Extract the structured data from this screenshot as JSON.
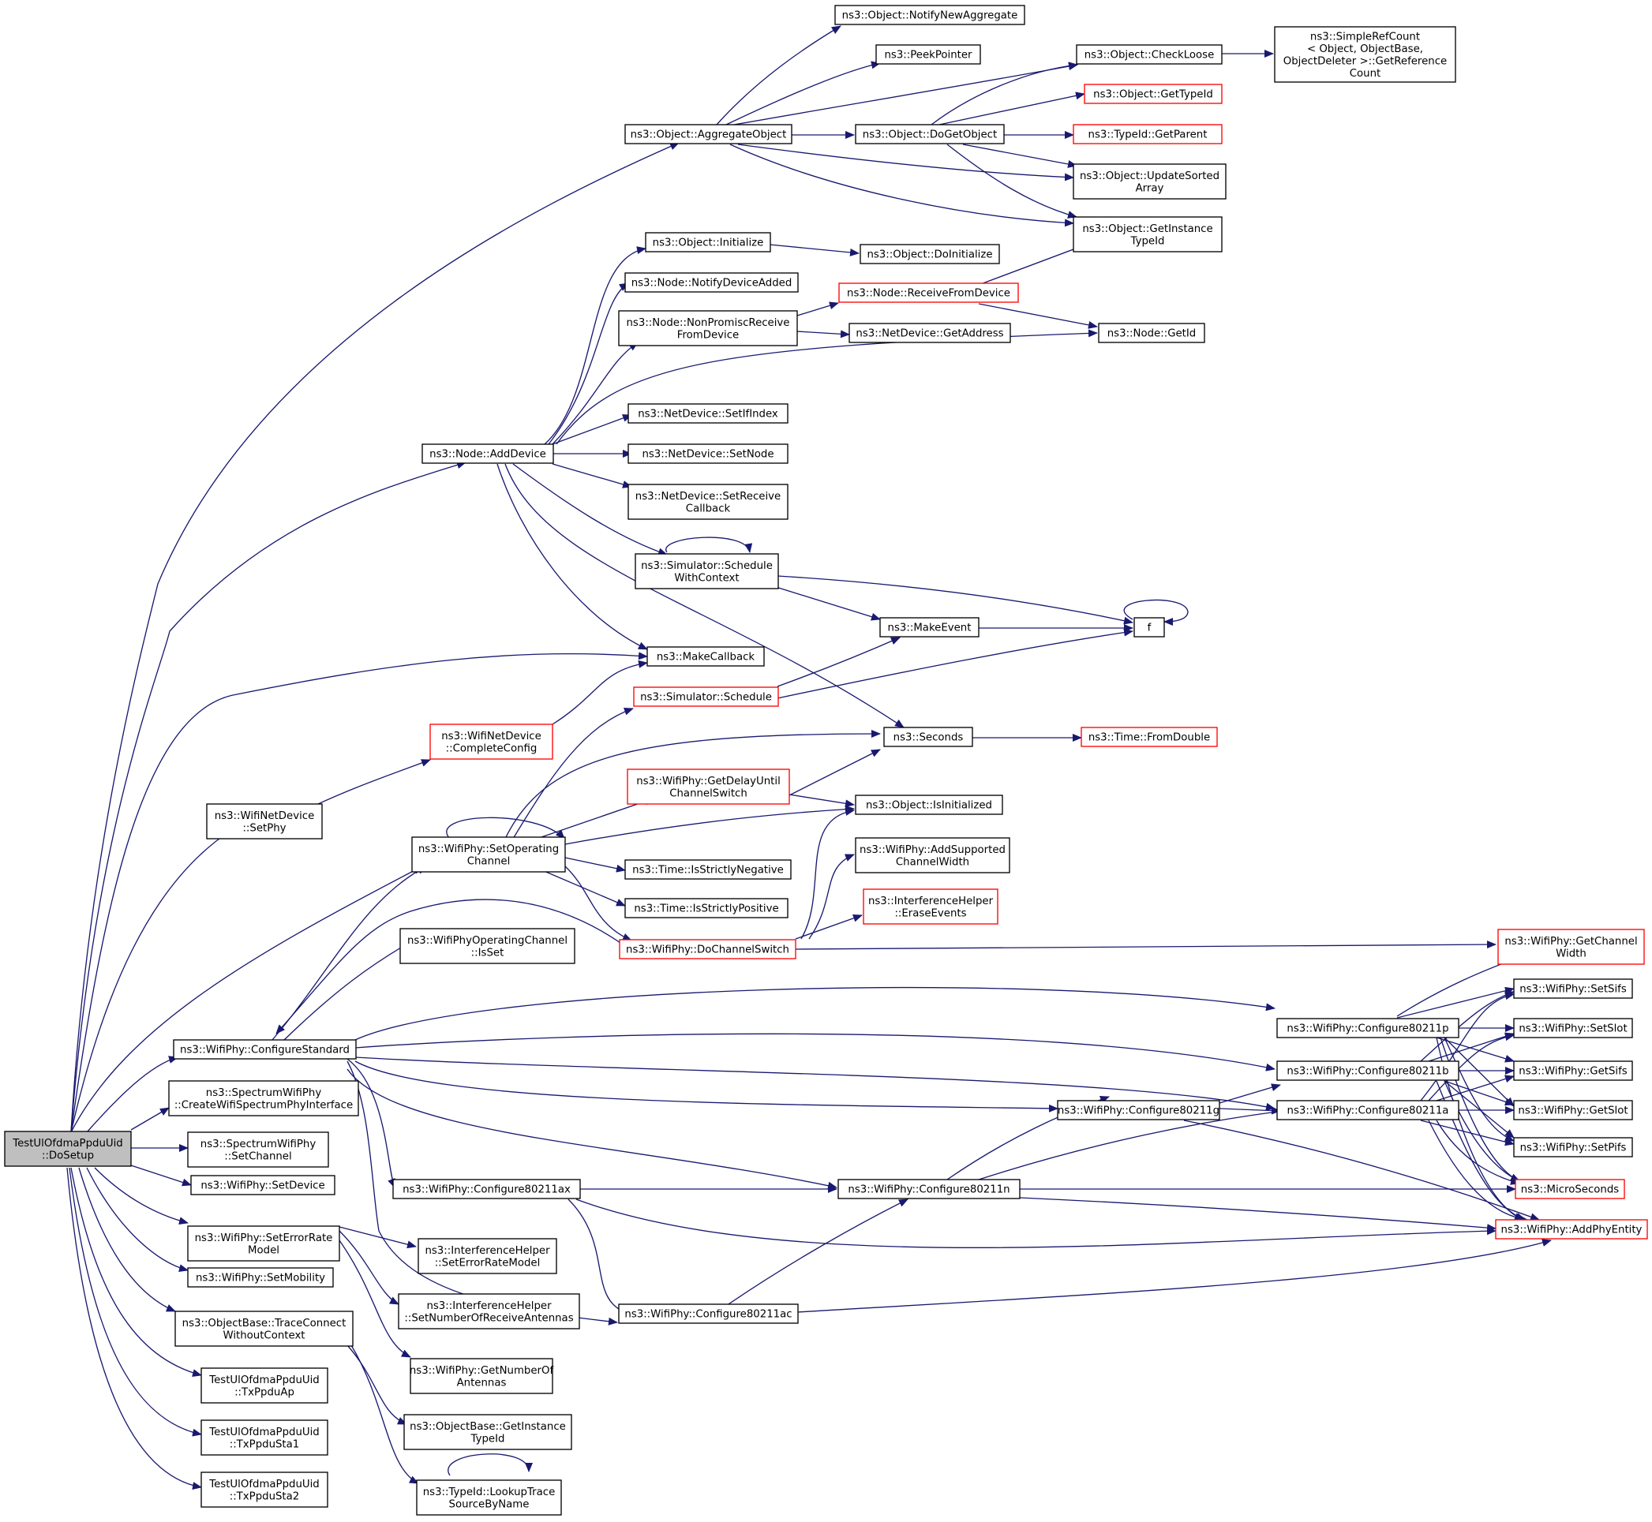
{
  "colors": {
    "edge": "#191970",
    "node_border": "#000000",
    "node_border_undocumented": "#ff0000",
    "root_fill": "#bfbfbf",
    "background": "#ffffff"
  },
  "nodes": {
    "root": {
      "lines": [
        "TestUlOfdmaPpduUid",
        "::DoSetup"
      ]
    },
    "aggregate": {
      "lines": [
        "ns3::Object::AggregateObject"
      ]
    },
    "notifyAgg": {
      "lines": [
        "ns3::Object::NotifyNewAggregate"
      ]
    },
    "peek": {
      "lines": [
        "ns3::PeekPointer"
      ]
    },
    "checkLoose": {
      "lines": [
        "ns3::Object::CheckLoose"
      ]
    },
    "refCount": {
      "lines": [
        "ns3::SimpleRefCount",
        "< Object, ObjectBase,",
        " ObjectDeleter >::GetReference",
        "Count"
      ]
    },
    "getTypeId": {
      "lines": [
        "ns3::Object::GetTypeId"
      ]
    },
    "doGetObject": {
      "lines": [
        "ns3::Object::DoGetObject"
      ]
    },
    "getParent": {
      "lines": [
        "ns3::TypeId::GetParent"
      ]
    },
    "updateSorted": {
      "lines": [
        "ns3::Object::UpdateSorted",
        "Array"
      ]
    },
    "getInstance": {
      "lines": [
        "ns3::Object::GetInstance",
        "TypeId"
      ]
    },
    "initialize": {
      "lines": [
        "ns3::Object::Initialize"
      ]
    },
    "doInitialize": {
      "lines": [
        "ns3::Object::DoInitialize"
      ]
    },
    "notifyDevice": {
      "lines": [
        "ns3::Node::NotifyDeviceAdded"
      ]
    },
    "receiveFrom": {
      "lines": [
        "ns3::Node::ReceiveFromDevice"
      ]
    },
    "nonPromisc": {
      "lines": [
        "ns3::Node::NonPromiscReceive",
        "FromDevice"
      ]
    },
    "getAddress": {
      "lines": [
        "ns3::NetDevice::GetAddress"
      ]
    },
    "nodeGetId": {
      "lines": [
        "ns3::Node::GetId"
      ]
    },
    "setIfIndex": {
      "lines": [
        "ns3::NetDevice::SetIfIndex"
      ]
    },
    "addDevice": {
      "lines": [
        "ns3::Node::AddDevice"
      ]
    },
    "setNode": {
      "lines": [
        "ns3::NetDevice::SetNode"
      ]
    },
    "setReceive": {
      "lines": [
        "ns3::NetDevice::SetReceive",
        "Callback"
      ]
    },
    "scheduleCtx": {
      "lines": [
        "ns3::Simulator::Schedule",
        "WithContext"
      ]
    },
    "makeEvent": {
      "lines": [
        "ns3::MakeEvent"
      ]
    },
    "f": {
      "lines": [
        "f"
      ]
    },
    "makeCallback": {
      "lines": [
        "ns3::MakeCallback"
      ]
    },
    "schedule": {
      "lines": [
        "ns3::Simulator::Schedule"
      ]
    },
    "completeConfig": {
      "lines": [
        "ns3::WifiNetDevice",
        "::CompleteConfig"
      ]
    },
    "seconds": {
      "lines": [
        "ns3::Seconds"
      ]
    },
    "fromDouble": {
      "lines": [
        "ns3::Time::FromDouble"
      ]
    },
    "getDelay": {
      "lines": [
        "ns3::WifiPhy::GetDelayUntil",
        "ChannelSwitch"
      ]
    },
    "isInitialized": {
      "lines": [
        "ns3::Object::IsInitialized"
      ]
    },
    "setPhy": {
      "lines": [
        "ns3::WifiNetDevice",
        "::SetPhy"
      ]
    },
    "setOpChannel": {
      "lines": [
        "ns3::WifiPhy::SetOperating",
        "Channel"
      ]
    },
    "addSupported": {
      "lines": [
        "ns3::WifiPhy::AddSupported",
        "ChannelWidth"
      ]
    },
    "strictlyNeg": {
      "lines": [
        "ns3::Time::IsStrictlyNegative"
      ]
    },
    "eraseEvents": {
      "lines": [
        "ns3::InterferenceHelper",
        "::EraseEvents"
      ]
    },
    "strictlyPos": {
      "lines": [
        "ns3::Time::IsStrictlyPositive"
      ]
    },
    "opChannelIsSet": {
      "lines": [
        "ns3::WifiPhyOperatingChannel",
        "::IsSet"
      ]
    },
    "doChannelSwitch": {
      "lines": [
        "ns3::WifiPhy::DoChannelSwitch"
      ]
    },
    "getChannelWidth": {
      "lines": [
        "ns3::WifiPhy::GetChannel",
        "Width"
      ]
    },
    "configureStd": {
      "lines": [
        "ns3::WifiPhy::ConfigureStandard"
      ]
    },
    "c11p": {
      "lines": [
        "ns3::WifiPhy::Configure80211p"
      ]
    },
    "setSifs": {
      "lines": [
        "ns3::WifiPhy::SetSifs"
      ]
    },
    "setSlot": {
      "lines": [
        "ns3::WifiPhy::SetSlot"
      ]
    },
    "createSpectrum": {
      "lines": [
        "ns3::SpectrumWifiPhy",
        "::CreateWifiSpectrumPhyInterface"
      ]
    },
    "c11b": {
      "lines": [
        "ns3::WifiPhy::Configure80211b"
      ]
    },
    "getSifs": {
      "lines": [
        "ns3::WifiPhy::GetSifs"
      ]
    },
    "c11g": {
      "lines": [
        "ns3::WifiPhy::Configure80211g"
      ]
    },
    "c11a": {
      "lines": [
        "ns3::WifiPhy::Configure80211a"
      ]
    },
    "getSlot": {
      "lines": [
        "ns3::WifiPhy::GetSlot"
      ]
    },
    "spectrumSetChannel": {
      "lines": [
        "ns3::SpectrumWifiPhy",
        "::SetChannel"
      ]
    },
    "setPifs": {
      "lines": [
        "ns3::WifiPhy::SetPifs"
      ]
    },
    "setDevice": {
      "lines": [
        "ns3::WifiPhy::SetDevice"
      ]
    },
    "c11ax": {
      "lines": [
        "ns3::WifiPhy::Configure80211ax"
      ]
    },
    "c11n": {
      "lines": [
        "ns3::WifiPhy::Configure80211n"
      ]
    },
    "microSeconds": {
      "lines": [
        "ns3::MicroSeconds"
      ]
    },
    "addPhyEntity": {
      "lines": [
        "ns3::WifiPhy::AddPhyEntity"
      ]
    },
    "setErrorRate": {
      "lines": [
        "ns3::WifiPhy::SetErrorRate",
        "Model"
      ]
    },
    "ihSetErrorRate": {
      "lines": [
        "ns3::InterferenceHelper",
        "::SetErrorRateModel"
      ]
    },
    "setMobility": {
      "lines": [
        "ns3::WifiPhy::SetMobility"
      ]
    },
    "ihSetNumAntennas": {
      "lines": [
        "ns3::InterferenceHelper",
        "::SetNumberOfReceiveAntennas"
      ]
    },
    "c11ac": {
      "lines": [
        "ns3::WifiPhy::Configure80211ac"
      ]
    },
    "traceConnect": {
      "lines": [
        "ns3::ObjectBase::TraceConnect",
        "WithoutContext"
      ]
    },
    "getNumAntennas": {
      "lines": [
        "ns3::WifiPhy::GetNumberOf",
        "Antennas"
      ]
    },
    "txAp": {
      "lines": [
        "TestUlOfdmaPpduUid",
        "::TxPpduAp"
      ]
    },
    "obGetInstance": {
      "lines": [
        "ns3::ObjectBase::GetInstance",
        "TypeId"
      ]
    },
    "txSta1": {
      "lines": [
        "TestUlOfdmaPpduUid",
        "::TxPpduSta1"
      ]
    },
    "lookupTrace": {
      "lines": [
        "ns3::TypeId::LookupTrace",
        "SourceByName"
      ]
    },
    "txSta2": {
      "lines": [
        "TestUlOfdmaPpduUid",
        "::TxPpduSta2"
      ]
    }
  }
}
